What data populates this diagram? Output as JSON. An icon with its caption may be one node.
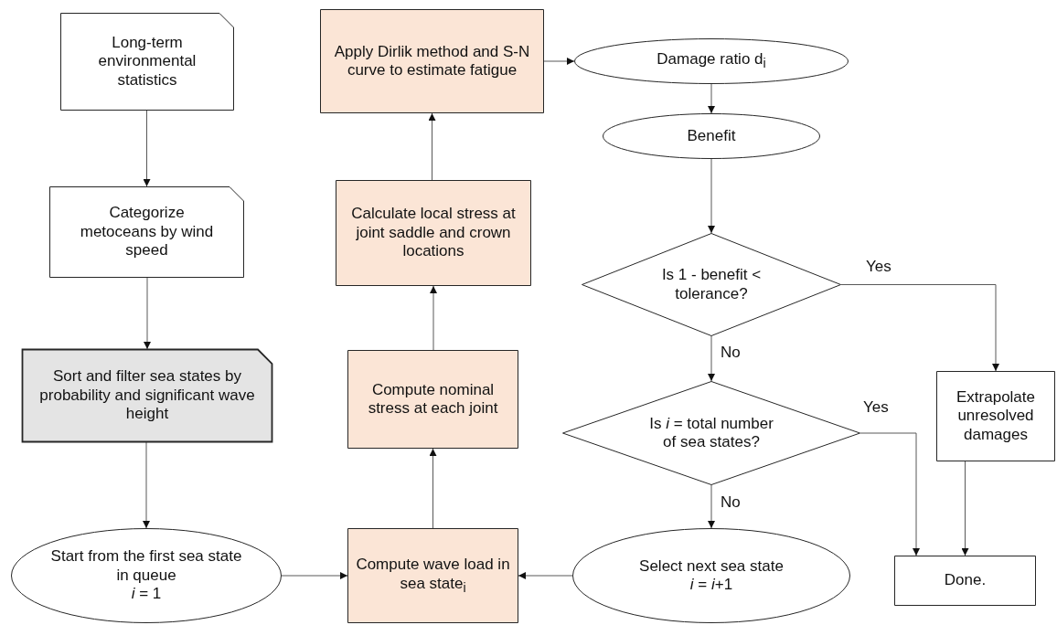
{
  "diagram": {
    "nodes": [
      {
        "text": [
          "Long-term environmental statistics"
        ]
      },
      {
        "text": [
          "Categorize metoceans by wind speed"
        ]
      },
      {
        "text": [
          "Sort and filter sea states by probability and significant wave height"
        ]
      },
      {
        "text": [
          "Start from the first sea state in queue",
          "*i* = 1"
        ]
      },
      {
        "text": [
          "Compute wave load in sea state$_{i}$"
        ]
      },
      {
        "text": [
          "Compute nominal stress at each joint"
        ]
      },
      {
        "text": [
          "Calculate local stress at joint saddle and crown locations"
        ]
      },
      {
        "text": [
          "Apply Dirlik method and S-N curve to estimate fatigue"
        ]
      },
      {
        "text": [
          "Damage ratio d$_{i}$"
        ]
      },
      {
        "text": [
          "Benefit"
        ]
      },
      {
        "text": [
          "Is 1 - benefit < tolerance?"
        ]
      },
      {
        "text": [
          "Is *i* = total number of sea states?"
        ]
      },
      {
        "text": [
          "Select next sea state",
          "*i* = *i*+1"
        ]
      },
      {
        "text": [
          "Extrapolate unresolved damages"
        ]
      },
      {
        "text": [
          "Done."
        ]
      }
    ],
    "edges": [
      {
        "from": 0,
        "to": 1,
        "arrow": "to"
      },
      {
        "from": 1,
        "to": 2,
        "arrow": "to"
      },
      {
        "from": 2,
        "to": 3,
        "arrow": "to"
      },
      {
        "from": 3,
        "to": 4,
        "arrow": "to"
      },
      {
        "from": 4,
        "to": 5,
        "arrow": "to"
      },
      {
        "from": 5,
        "to": 6,
        "arrow": "to"
      },
      {
        "from": 6,
        "to": 7,
        "arrow": "to"
      },
      {
        "from": 7,
        "to": 8,
        "arrow": "to"
      },
      {
        "from": 8,
        "to": 9,
        "arrow": "to"
      },
      {
        "from": 9,
        "to": 10,
        "arrow": "to"
      },
      {
        "from": 10,
        "to": 13,
        "arrow": "to",
        "label": "Yes"
      },
      {
        "from": 10,
        "to": 11,
        "arrow": "to",
        "label": "No"
      },
      {
        "from": 11,
        "to": 14,
        "arrow": "to",
        "label": "Yes"
      },
      {
        "from": 11,
        "to": 12,
        "arrow": "to",
        "label": "No"
      },
      {
        "from": 13,
        "to": 14,
        "arrow": "to"
      },
      {
        "from": 12,
        "to": 4,
        "arrow": "to"
      }
    ]
  }
}
